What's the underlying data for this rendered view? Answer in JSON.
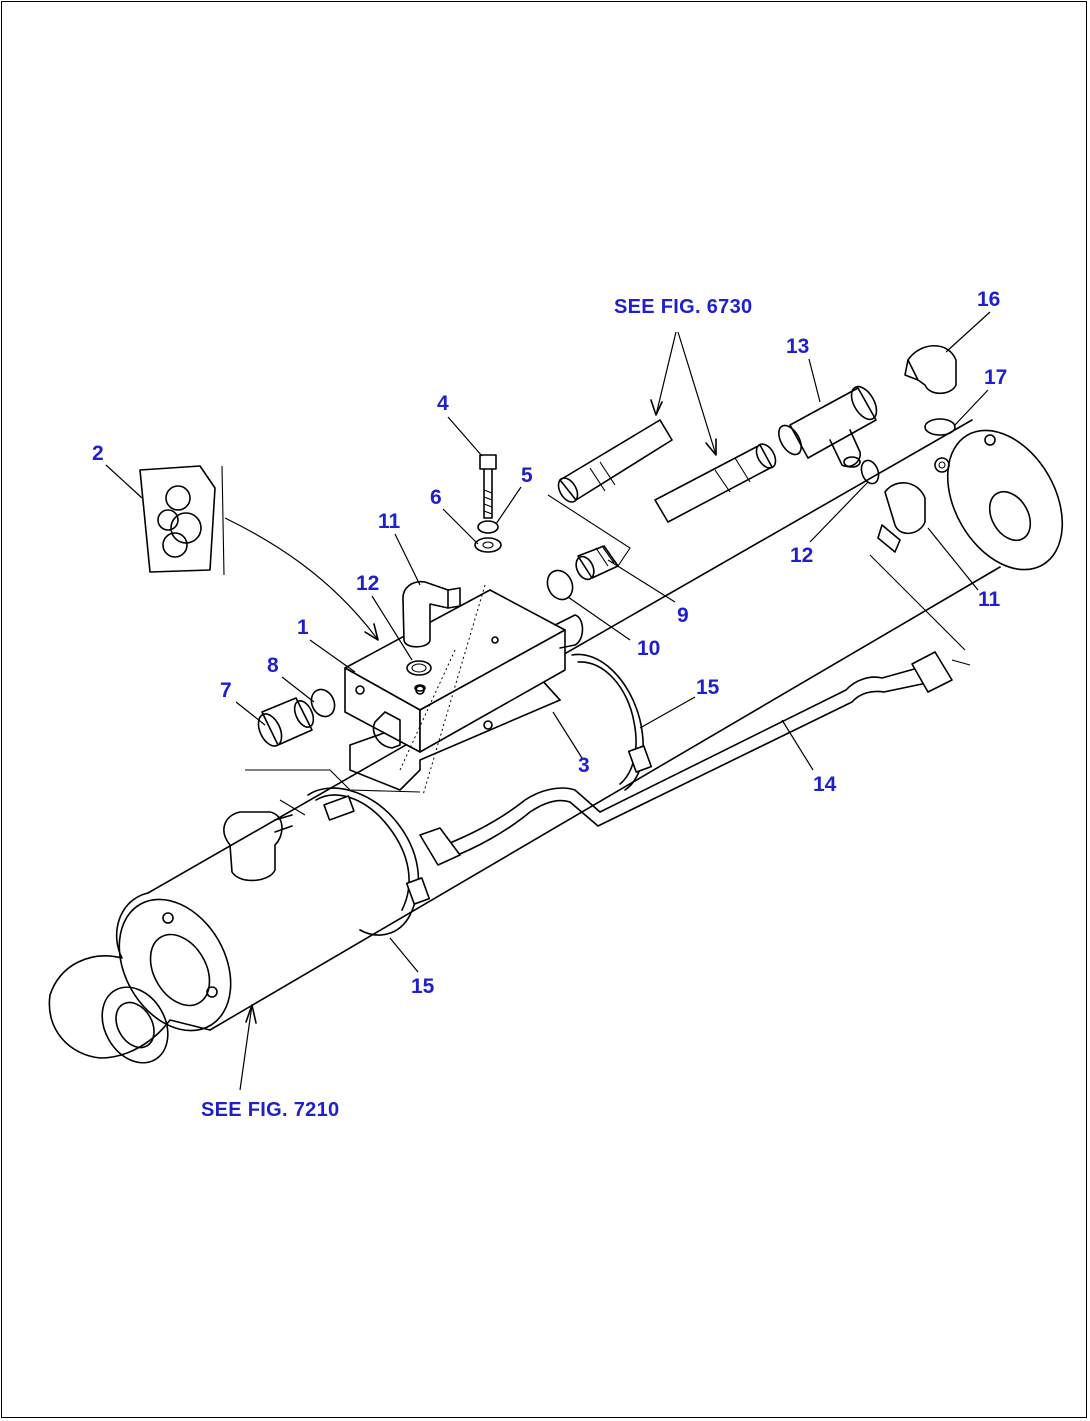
{
  "references": {
    "fig_6730": "SEE FIG. 6730",
    "fig_7210": "SEE FIG. 7210"
  },
  "callouts": {
    "c1": "1",
    "c2": "2",
    "c3": "3",
    "c4": "4",
    "c5": "5",
    "c6": "6",
    "c7": "7",
    "c8": "8",
    "c9": "9",
    "c10": "10",
    "c11a": "11",
    "c11b": "11",
    "c12a": "12",
    "c12b": "12",
    "c13": "13",
    "c14": "14",
    "c15a": "15",
    "c15b": "15",
    "c16": "16",
    "c17": "17"
  },
  "colors": {
    "callout": "#1f1fcc",
    "line": "#000000"
  }
}
